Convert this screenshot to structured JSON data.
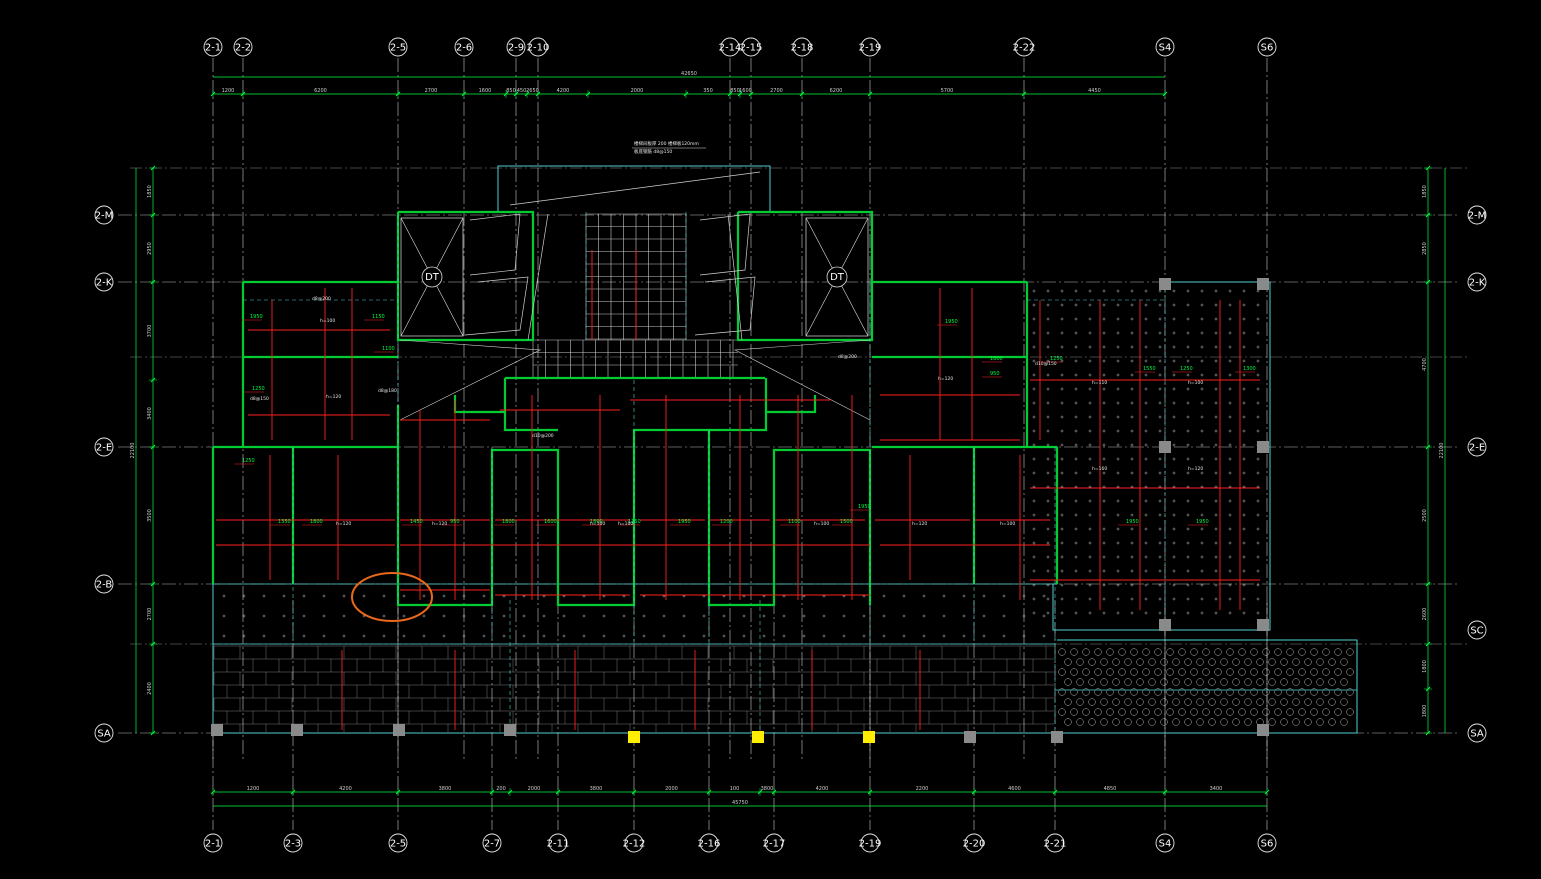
{
  "drawing": {
    "colors": {
      "background": "#000000",
      "axis_line": "#e8e8e8",
      "dimension": "#00ff40",
      "wall": "#00cc33",
      "wall_outline": "#4fd0d0",
      "rebar": "#ff2020",
      "column": "#8a8a8a",
      "column_highlight": "#ffee00",
      "markup_circle": "#e86a1a"
    },
    "top_axes": [
      "2-1",
      "2-2",
      "2-5",
      "2-6",
      "2-9",
      "2-10",
      "2-14",
      "2-15",
      "2-18",
      "2-19",
      "2-22",
      "S4",
      "S6"
    ],
    "bottom_axes": [
      "2-1",
      "2-3",
      "2-5",
      "2-7",
      "2-11",
      "2-12",
      "2-16",
      "2-17",
      "2-19",
      "2-20",
      "2-21",
      "S4",
      "S6"
    ],
    "left_axes": [
      "2-M",
      "2-K",
      "2-E",
      "2-B",
      "SA"
    ],
    "right_axes": [
      "2-M",
      "2-K",
      "2-E",
      "SC",
      "SA"
    ],
    "top_dimensions": [
      "1200",
      "6200",
      "2700",
      "1600",
      "850",
      "450",
      "2650",
      "4200",
      "2000",
      "350",
      "850",
      "1600",
      "2700",
      "6200",
      "5700",
      "4450"
    ],
    "top_total": "42650",
    "bottom_dimensions": [
      "1200",
      "4200",
      "3800",
      "200",
      "2000",
      "3800",
      "2000",
      "100",
      "3800",
      "4200",
      "2200",
      "4600",
      "4850",
      "3400"
    ],
    "bottom_total": "45750",
    "left_dimensions": [
      "1850",
      "2950",
      "3700",
      "3400",
      "3500",
      "2700",
      "2400"
    ],
    "left_total": "22100",
    "right_dimensions": [
      "1850",
      "2850",
      "4700",
      "2500",
      "2600",
      "1800",
      "1800"
    ],
    "right_total": "22100",
    "elevator_labels": [
      "DT",
      "DT"
    ],
    "slab_thickness_labels": [
      "h=100",
      "h=120",
      "h=120",
      "h=120",
      "h=100",
      "h=100",
      "h=120",
      "h=100",
      "h=120",
      "h=120",
      "h=160",
      "h=110",
      "h=100",
      "h=100"
    ],
    "rebar_lengths": [
      "1150",
      "1950",
      "1250",
      "1100",
      "1250",
      "1350",
      "1800",
      "1450",
      "950",
      "1800",
      "1600",
      "1800",
      "1150",
      "1950",
      "1200",
      "1100",
      "1500",
      "1950",
      "1950",
      "1800",
      "950",
      "1250",
      "1550",
      "1250",
      "1300",
      "1950",
      "1950"
    ],
    "rebar_specs": [
      "d8@200",
      "d8@180",
      "d8@150",
      "d10@200",
      "d8@200",
      "d10@150"
    ],
    "top_notes": [
      "楼梯间板厚 200 楼梯板120mm",
      "板底钢筋 d8@150"
    ]
  }
}
